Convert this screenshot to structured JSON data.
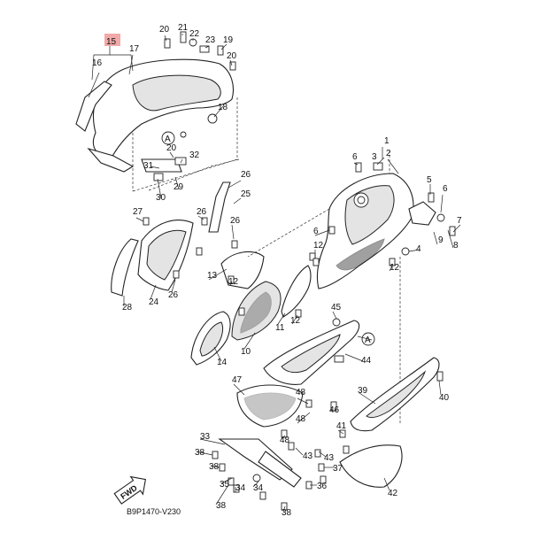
{
  "diagram_code": "B9P1470-V230",
  "fwd_label": "FWD",
  "ref_mark": "A",
  "highlighted_callout": "15",
  "colors": {
    "highlight": "#f2a9a9",
    "line": "#222222"
  },
  "callouts": [
    {
      "id": "c1",
      "label": "1"
    },
    {
      "id": "c2",
      "label": "2"
    },
    {
      "id": "c3",
      "label": "3"
    },
    {
      "id": "c4",
      "label": "4"
    },
    {
      "id": "c5",
      "label": "5"
    },
    {
      "id": "c6a",
      "label": "6"
    },
    {
      "id": "c6b",
      "label": "6"
    },
    {
      "id": "c6c",
      "label": "6"
    },
    {
      "id": "c7",
      "label": "7"
    },
    {
      "id": "c8",
      "label": "8"
    },
    {
      "id": "c9",
      "label": "9"
    },
    {
      "id": "c10",
      "label": "10"
    },
    {
      "id": "c11",
      "label": "11"
    },
    {
      "id": "c12a",
      "label": "12"
    },
    {
      "id": "c12b",
      "label": "12"
    },
    {
      "id": "c12c",
      "label": "12"
    },
    {
      "id": "c12d",
      "label": "12"
    },
    {
      "id": "c13",
      "label": "13"
    },
    {
      "id": "c14",
      "label": "14"
    },
    {
      "id": "c15",
      "label": "15"
    },
    {
      "id": "c16",
      "label": "16"
    },
    {
      "id": "c17",
      "label": "17"
    },
    {
      "id": "c18",
      "label": "18"
    },
    {
      "id": "c19",
      "label": "19"
    },
    {
      "id": "c20a",
      "label": "20"
    },
    {
      "id": "c20b",
      "label": "20"
    },
    {
      "id": "c20c",
      "label": "20"
    },
    {
      "id": "c21",
      "label": "21"
    },
    {
      "id": "c22",
      "label": "22"
    },
    {
      "id": "c23",
      "label": "23"
    },
    {
      "id": "c24",
      "label": "24"
    },
    {
      "id": "c25",
      "label": "25"
    },
    {
      "id": "c26a",
      "label": "26"
    },
    {
      "id": "c26b",
      "label": "26"
    },
    {
      "id": "c26c",
      "label": "26"
    },
    {
      "id": "c26d",
      "label": "26"
    },
    {
      "id": "c27",
      "label": "27"
    },
    {
      "id": "c28",
      "label": "28"
    },
    {
      "id": "c29",
      "label": "29"
    },
    {
      "id": "c30",
      "label": "30"
    },
    {
      "id": "c31",
      "label": "31"
    },
    {
      "id": "c32",
      "label": "32"
    },
    {
      "id": "c33",
      "label": "33"
    },
    {
      "id": "c34a",
      "label": "34"
    },
    {
      "id": "c34b",
      "label": "34"
    },
    {
      "id": "c35",
      "label": "35"
    },
    {
      "id": "c36",
      "label": "36"
    },
    {
      "id": "c37",
      "label": "37"
    },
    {
      "id": "c38a",
      "label": "38"
    },
    {
      "id": "c38b",
      "label": "38"
    },
    {
      "id": "c38c",
      "label": "38"
    },
    {
      "id": "c38d",
      "label": "38"
    },
    {
      "id": "c39",
      "label": "39"
    },
    {
      "id": "c40",
      "label": "40"
    },
    {
      "id": "c41",
      "label": "41"
    },
    {
      "id": "c42",
      "label": "42"
    },
    {
      "id": "c43a",
      "label": "43"
    },
    {
      "id": "c43b",
      "label": "43"
    },
    {
      "id": "c44",
      "label": "44"
    },
    {
      "id": "c45",
      "label": "45"
    },
    {
      "id": "c46",
      "label": "46"
    },
    {
      "id": "c47",
      "label": "47"
    },
    {
      "id": "c48a",
      "label": "48"
    },
    {
      "id": "c48b",
      "label": "48"
    },
    {
      "id": "c48c",
      "label": "48"
    }
  ]
}
